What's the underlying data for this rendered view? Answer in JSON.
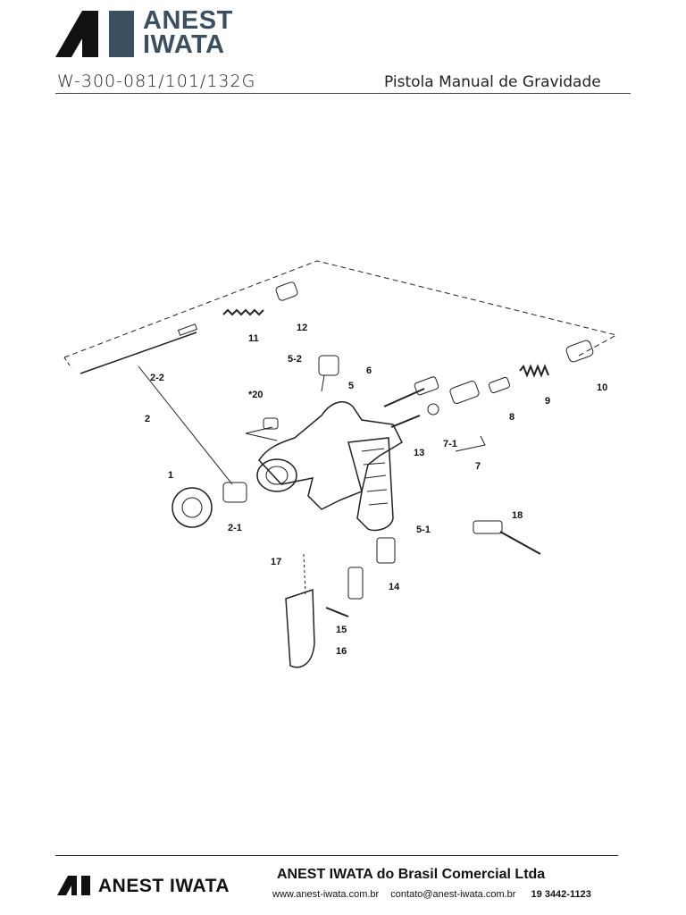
{
  "header": {
    "brand_line1": "ANEST",
    "brand_line2": "IWATA",
    "model": "W-300-081/101/132G",
    "subtitle": "Pistola Manual de Gravidade",
    "colors": {
      "brand_blue": "#3c4f60",
      "brand_dark": "#111111"
    }
  },
  "diagram": {
    "labels": {
      "p1": "1",
      "p2": "2",
      "p2_1": "2-1",
      "p2_2": "2-2",
      "p5": "5",
      "p5_1": "5-1",
      "p5_2": "5-2",
      "p6": "6",
      "p7": "7",
      "p7_1": "7-1",
      "p8": "8",
      "p9": "9",
      "p10": "10",
      "p11": "11",
      "p12": "12",
      "p13": "13",
      "p14": "14",
      "p15": "15",
      "p16": "16",
      "p17": "17",
      "p18": "18",
      "p20": "*20"
    }
  },
  "footer": {
    "brand": "ANEST IWATA",
    "company": "ANEST IWATA do Brasil Comercial Ltda",
    "website": "www.anest-iwata.com.br",
    "email": "contato@anest-iwata.com.br",
    "phone": "19 3442-1123"
  }
}
